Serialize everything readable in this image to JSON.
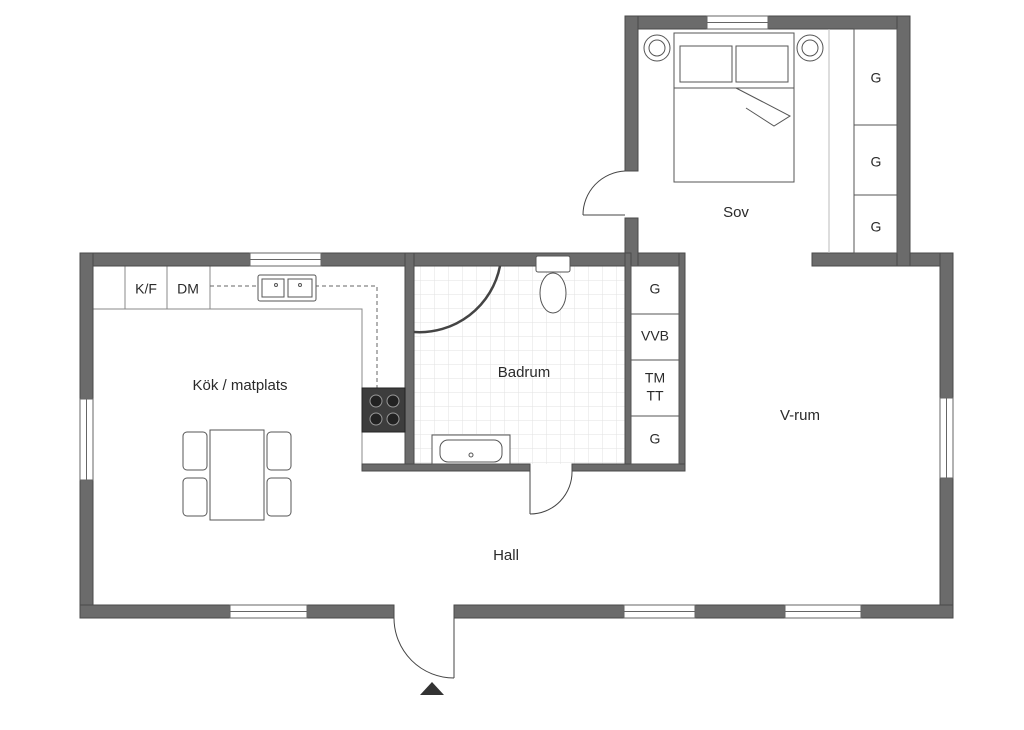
{
  "rooms": {
    "kok": "Kök / matplats",
    "badrum": "Badrum",
    "sov": "Sov",
    "vrum": "V-rum",
    "hall": "Hall"
  },
  "kitchen_units": {
    "kf": "K/F",
    "dm": "DM"
  },
  "closets": {
    "bath_g_top": "G",
    "vvb": "VVB",
    "tm": "TM",
    "tt": "TT",
    "bath_g_bottom": "G",
    "sov_g1": "G",
    "sov_g2": "G",
    "sov_g3": "G"
  },
  "colors": {
    "wall": "#6b6b6b",
    "wall_border": "#4a4a4a",
    "tile_grid": "#e4e4e4",
    "fixture": "#555555"
  }
}
